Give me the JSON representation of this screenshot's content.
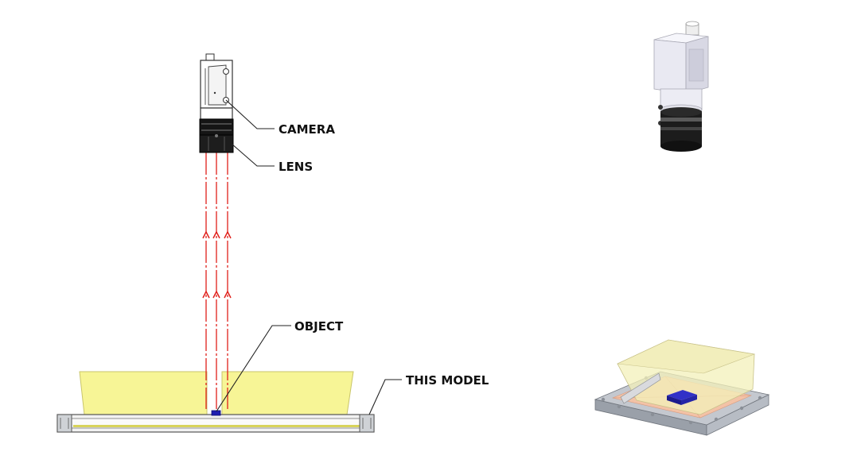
{
  "labels": {
    "camera": "CAMERA",
    "lens": "LENS",
    "object": "OBJECT",
    "this_model": "THIS MODEL"
  },
  "colors": {
    "ray": "#e0201b",
    "light_zone": "#f7f596",
    "object": "#1f1fb0",
    "camera_body": "#ffffff",
    "lens": "#151515",
    "plate": "#b9bec6",
    "glow": "#f3c2a6"
  }
}
